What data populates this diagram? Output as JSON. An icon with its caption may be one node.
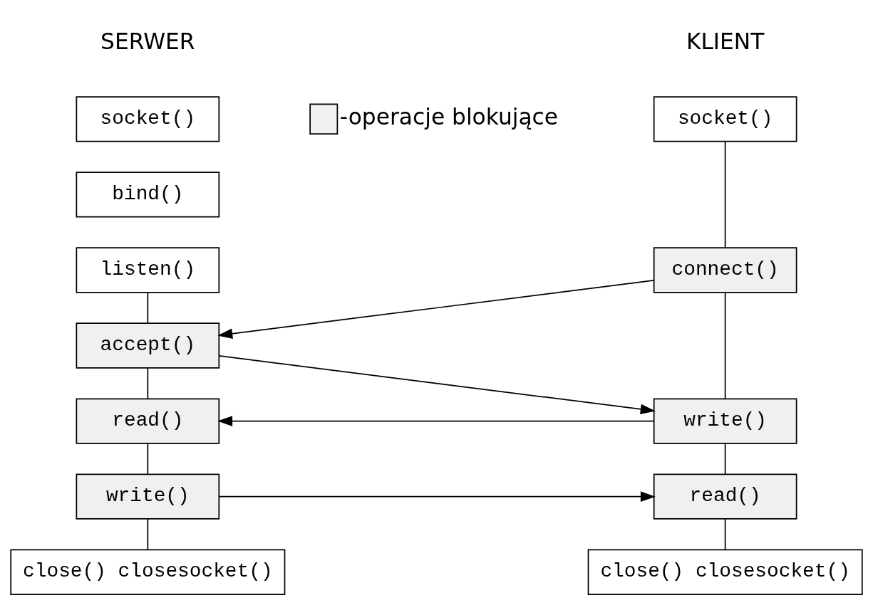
{
  "diagram": {
    "nodes": [
      {
        "text": [
          "socket()"
        ]
      },
      {
        "text": [
          "connect()"
        ]
      },
      {
        "text": [
          "write()"
        ]
      },
      {
        "text": [
          "read()"
        ]
      },
      {
        "text": [
          "close() closesocket()"
        ]
      },
      {
        "text": [
          "socket()"
        ]
      },
      {
        "text": [
          "bind()"
        ]
      },
      {
        "text": [
          "listen()"
        ]
      },
      {
        "text": [
          "accept()"
        ]
      },
      {
        "text": [
          "read()"
        ]
      },
      {
        "text": [
          "write()"
        ]
      },
      {
        "text": [
          "close() closesocket()"
        ]
      }
    ],
    "edges": [
      {
        "from": 0,
        "to": 1,
        "arrow": "none"
      },
      {
        "from": 1,
        "to": 2,
        "arrow": "none"
      },
      {
        "from": 2,
        "to": 3,
        "arrow": "none"
      },
      {
        "from": 3,
        "to": 4,
        "arrow": "none"
      },
      {
        "from": 7,
        "to": 8,
        "arrow": "none"
      },
      {
        "from": 8,
        "to": 9,
        "arrow": "none"
      },
      {
        "from": 9,
        "to": 10,
        "arrow": "none"
      },
      {
        "from": 10,
        "to": 11,
        "arrow": "none"
      },
      {
        "from": 1,
        "to": 8,
        "arrow": "to"
      },
      {
        "from": 8,
        "to": 2,
        "arrow": "to"
      },
      {
        "from": 2,
        "to": 9,
        "arrow": "to"
      },
      {
        "from": 10,
        "to": 3,
        "arrow": "to"
      }
    ],
    "labels": [
      "KLIENT",
      "SERWER"
    ],
    "legend": [
      {
        "text": "-operacje blokujące",
        "color": "#f0f0f0"
      }
    ]
  }
}
